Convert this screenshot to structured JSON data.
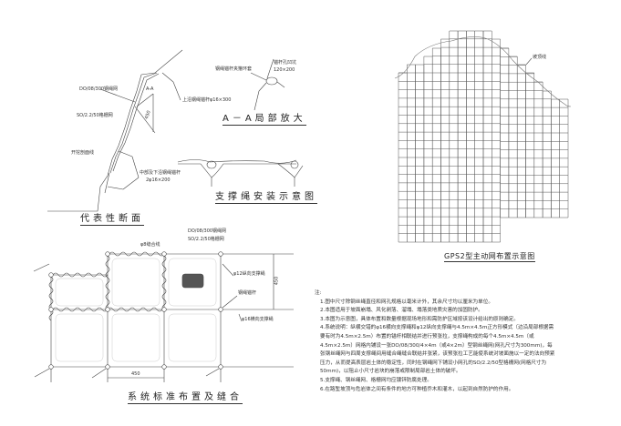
{
  "section": {
    "title": "代表性断面",
    "labels": {
      "rope_net": "DO/08/300钢绳网",
      "grid_net": "SO/2.2/50格栅网",
      "detail_mark": "A-A",
      "top_anchor": "上沿钢绳锚杆φ16×300",
      "spacing": "450",
      "excavation_line": "开挖剖面线",
      "mid_anchor": "中部及下沿钢绳锚杆",
      "mid_anchor_spec": "2φ16×200"
    }
  },
  "detail": {
    "title": "A－A局部放大",
    "clamp": "钢绳锚杆夹箍环套",
    "pit": "锚杆孔凹坑",
    "pit_size": "120×200"
  },
  "support_rope": {
    "title": "支撑绳安装示意图"
  },
  "layout": {
    "title": "系统标准布置及缝合",
    "labels": {
      "rope_net": "DO/08/300钢绳网",
      "grid_net": "SO/2.2/50格栅网",
      "seam": "φ8缝合线",
      "vertical_rope": "φ12纵向支撑绳",
      "anchor": "钢绳锚杆",
      "horizontal_rope": "φ16横向支撑绳",
      "v_spacing": "450",
      "h_spacing": "450"
    }
  },
  "plan": {
    "title": "GPS2型主动网布置示意图",
    "slope_line": "坡顶线"
  },
  "notes": {
    "heading": "注:",
    "items": [
      "1.图中尺寸除钢丝绳直径和网孔规格以毫米计外，其余尺寸均以厘米为单位。",
      "2.本图适用于坡面崩塌、风化剥落、溜塌、塌落类地质灾害的加固防护。",
      "3.本图为示意图，具体布置和数量根据现场地形和需防护区域按该设计给出的原则确定。",
      "4.系统说明：纵横交错的φ16横向支撑绳和φ12纵向支撑绳与4.5m×4.5m正方形模式（边沿局部根据需要有时为4.5m×2.5m）布置的锚杆相联结并进行预张拉，支撑绳构成的每个4.5m×4.5m（或4.5m×2.5m）网格内铺设一张DO/08/300/4×4m（或4×2m）型钢丝绳网(网孔尺寸为300mm)，每张钢丝绳网与四周支撑绳间用缝合绳缝合联结并张紧，该预张拉工艺能使系统对坡面施以一定的法向预紧压力，从而提高表层岩土体的稳定性，同时在钢绳网下铺设小网孔的SO/2.2/50型格栅网(网格尺寸为50mm)，以阻止小尺寸岩块的崩落或限制局部岩土体的破坏。",
      "5.支撑绳、钢丝绳网、格栅网均应镀锌防腐处理。",
      "6.在路堑坡顶与危岩体之间有条件的地方可种植乔木和灌木，以起到自然防护的作用。"
    ]
  }
}
